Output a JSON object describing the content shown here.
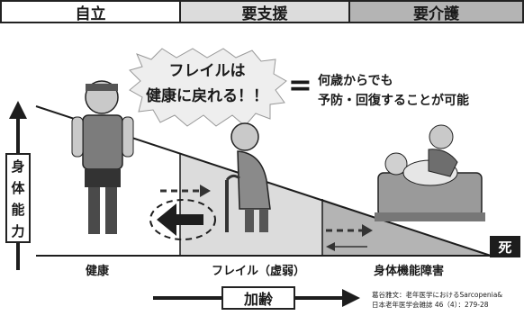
{
  "header": {
    "categories": [
      "自立",
      "要支援",
      "要介護"
    ]
  },
  "bubble": {
    "line1": "フレイルは",
    "line2": "健康に戻れる！！"
  },
  "equals_sign": "=",
  "message": {
    "line1": "何歳からでも",
    "line2": "予防・回復することが可能"
  },
  "y_axis": {
    "chars": [
      "身",
      "体",
      "能",
      "力"
    ]
  },
  "stages": [
    "健康",
    "フレイル（虚弱）",
    "身体機能障害"
  ],
  "death_label": "死",
  "aging_label": "加齢",
  "citation": {
    "line1": "葛谷雅文：老年医学におけるSarcopenia&",
    "line2": "日本老年医学会雑誌 46（4）：279-28"
  },
  "colors": {
    "zone_healthy": "#ffffff",
    "zone_frail": "#dcdcdc",
    "zone_disability": "#b4b4b4",
    "ink": "#1d1d1d"
  }
}
